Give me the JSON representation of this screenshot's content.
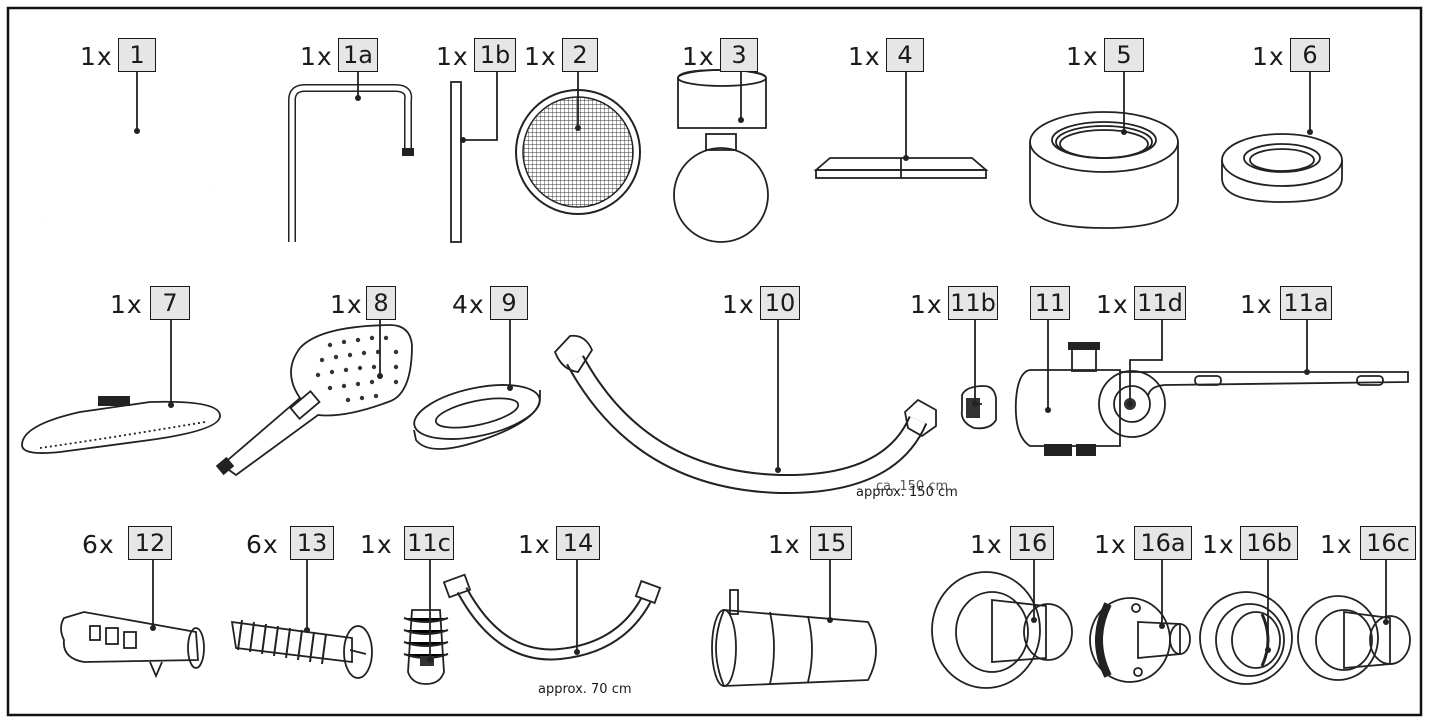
{
  "parts": [
    {
      "id": "p1",
      "qty": "1x",
      "label": "1"
    },
    {
      "id": "p1a",
      "qty": "1x",
      "label": "1a"
    },
    {
      "id": "p1b",
      "qty": "1x",
      "label": "1b"
    },
    {
      "id": "p2",
      "qty": "1x",
      "label": "2"
    },
    {
      "id": "p3",
      "qty": "1x",
      "label": "3"
    },
    {
      "id": "p4",
      "qty": "1x",
      "label": "4"
    },
    {
      "id": "p5",
      "qty": "1x",
      "label": "5"
    },
    {
      "id": "p6",
      "qty": "1x",
      "label": "6"
    },
    {
      "id": "p7",
      "qty": "1x",
      "label": "7"
    },
    {
      "id": "p8",
      "qty": "1x",
      "label": "8"
    },
    {
      "id": "p9",
      "qty": "4x",
      "label": "9"
    },
    {
      "id": "p10",
      "qty": "1x",
      "label": "10"
    },
    {
      "id": "p11b",
      "qty": "1x",
      "label": "11b"
    },
    {
      "id": "p11",
      "qty": "",
      "label": "11"
    },
    {
      "id": "p11d",
      "qty": "1x",
      "label": "11d"
    },
    {
      "id": "p11a",
      "qty": "1x",
      "label": "11a"
    },
    {
      "id": "p12",
      "qty": "6x",
      "label": "12"
    },
    {
      "id": "p13",
      "qty": "6x",
      "label": "13"
    },
    {
      "id": "p11c",
      "qty": "1x",
      "label": "11c"
    },
    {
      "id": "p14",
      "qty": "1x",
      "label": "14"
    },
    {
      "id": "p15",
      "qty": "1x",
      "label": "15"
    },
    {
      "id": "p16",
      "qty": "1x",
      "label": "16"
    },
    {
      "id": "p16a",
      "qty": "1x",
      "label": "16a"
    },
    {
      "id": "p16b",
      "qty": "1x",
      "label": "16b"
    },
    {
      "id": "p16c",
      "qty": "1x",
      "label": "16c"
    }
  ],
  "notes": {
    "hose10_length": "approx. 150 cm",
    "hose10_length_alt": "ca. 150 cm",
    "hose14_length": "approx. 70 cm"
  }
}
